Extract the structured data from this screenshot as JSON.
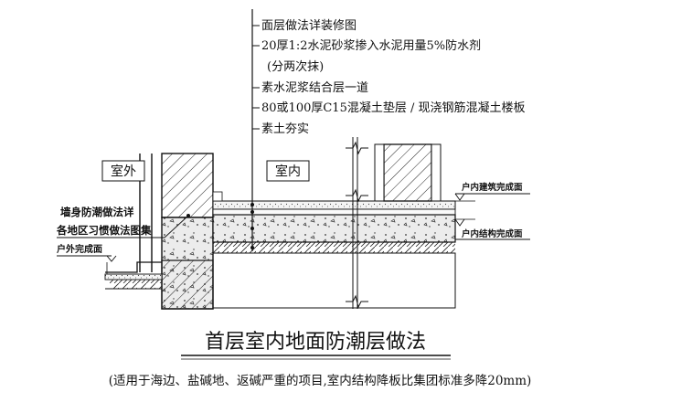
{
  "layer_callouts": [
    "面层做法详装修图",
    "20厚1:2水泥砂浆掺入水泥用量5%防水剂",
    "(分两次抹)",
    "素水泥浆结合层一道",
    "80或100厚C15混凝土垫层 / 现浇钢筋混凝土楼板",
    "素土夯实"
  ],
  "labels": {
    "outdoor": "室外",
    "indoor": "室内",
    "wall_note_line1": "墙身防潮做法详",
    "wall_note_line2": "各地区习惯做法图集",
    "outdoor_finished": "户外完成面",
    "indoor_arch_finished": "户内建筑完成面",
    "indoor_struct_finished": "户内结构完成面"
  },
  "title": "首层室内地面防潮层做法",
  "subtitle": "(适用于海边、盐碱地、返碱严重的项目,室内结构降板比集团标准多降20mm)"
}
